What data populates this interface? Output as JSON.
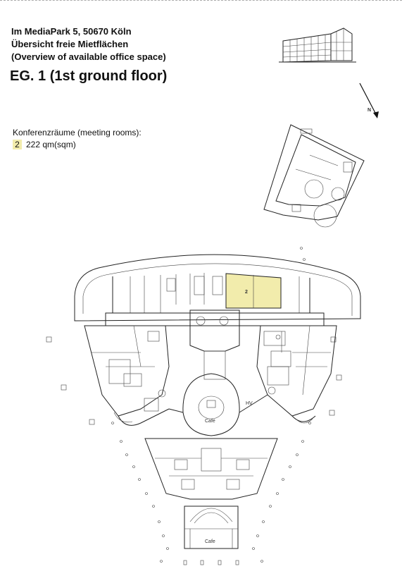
{
  "header": {
    "address": "Im MediaPark 5,  50670 Köln",
    "subtitle_de": "Übersicht freie Mietflächen",
    "subtitle_en": "(Overview of available office space)"
  },
  "floor": {
    "title": "EG. 1 (1st ground floor)"
  },
  "legend": {
    "heading": "Konferenzräume (meeting rooms):",
    "items": [
      {
        "number": "2",
        "area": "222 qm(sqm)"
      }
    ]
  },
  "plan": {
    "room_label": "2",
    "highlight_color": "#f2ecac",
    "label_hv": "HV",
    "label_cafe": "Cafe",
    "north_label": "N"
  }
}
